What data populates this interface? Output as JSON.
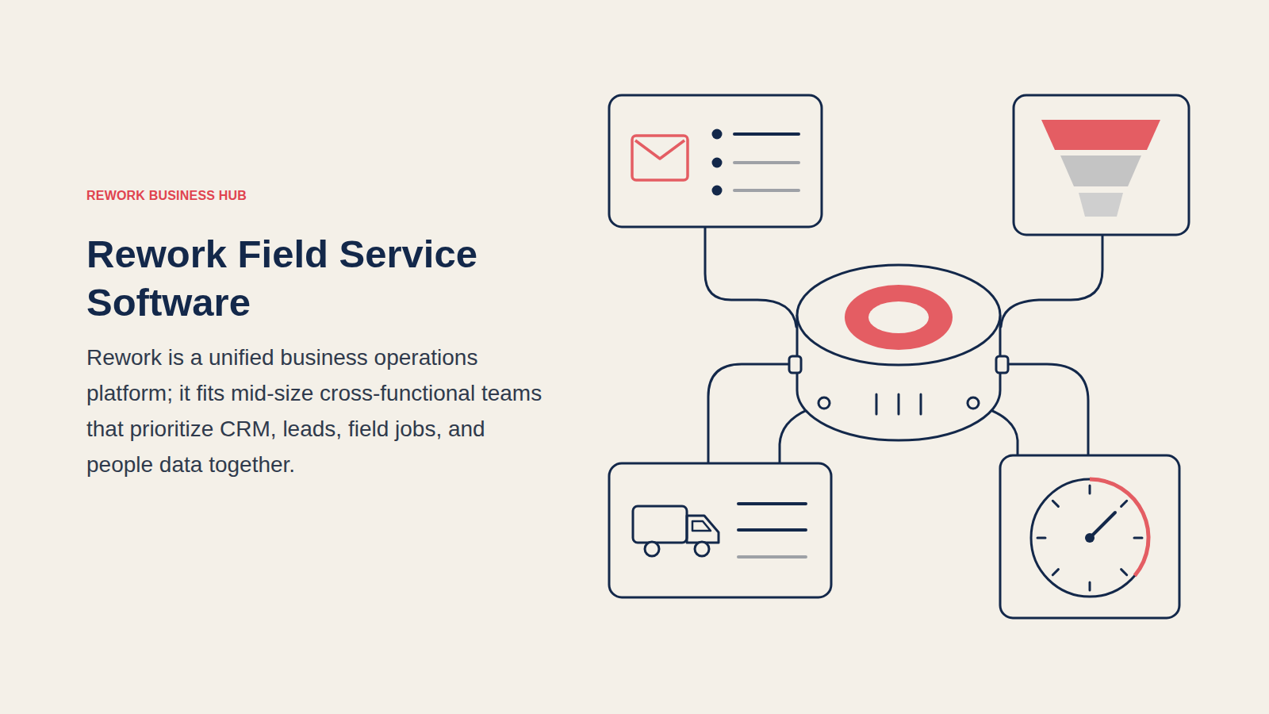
{
  "diagram": {
    "title": "Rework Field Service Software",
    "caption": "Rework is a unified business operations platform; it fits mid-size cross-functional teams that prioritize CRM, leads, field jobs, and people data together.",
    "labels": [
      "REWORK BUSINESS HUB"
    ]
  }
}
